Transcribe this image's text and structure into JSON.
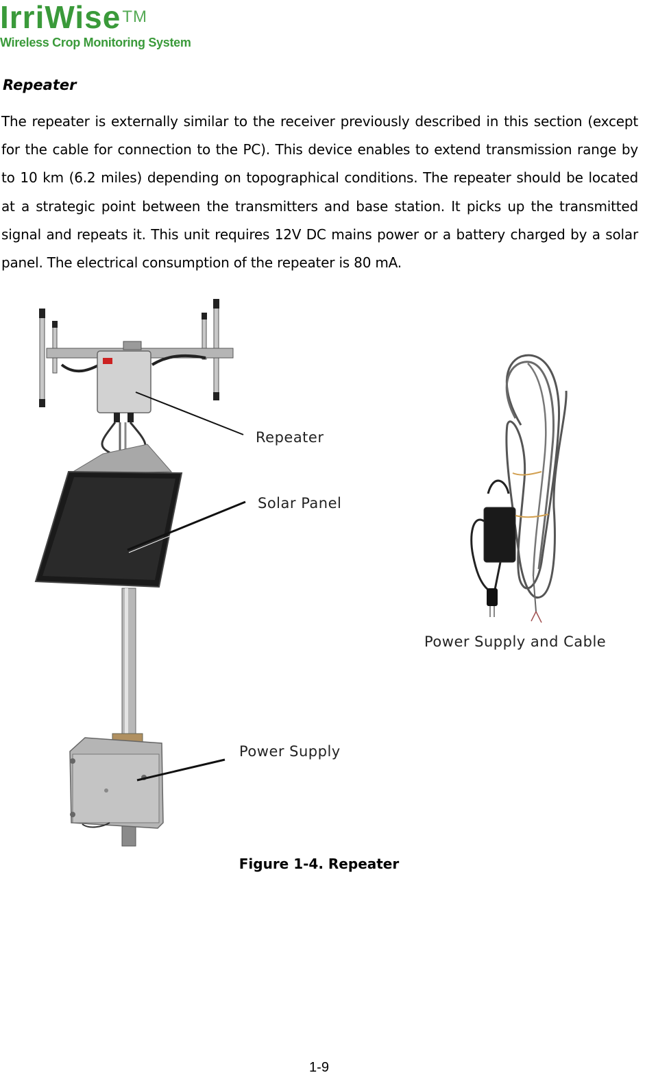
{
  "header": {
    "logo_name": "IrriWise",
    "logo_tm": "TM",
    "logo_tagline": "Wireless Crop Monitoring System"
  },
  "section": {
    "heading": "Repeater",
    "paragraph": "The repeater is externally similar to the receiver previously described in this section (except for the cable for connection to the PC). This device enables to extend transmission range by to 10 km (6.2 miles) depending on topographical conditions. The repeater should be located at a strategic point between the transmitters and base station. It picks up the transmitted signal and repeats it. This unit requires 12V DC mains power or a battery charged by a solar panel. The electrical consumption of the repeater is 80 mA."
  },
  "figure": {
    "callouts": {
      "repeater": "Repeater",
      "solar_panel": "Solar Panel",
      "power_supply": "Power Supply",
      "power_supply_cable": "Power Supply and Cable"
    },
    "caption": "Figure 1-4.  Repeater"
  },
  "footer": {
    "page_number": "1-9"
  }
}
